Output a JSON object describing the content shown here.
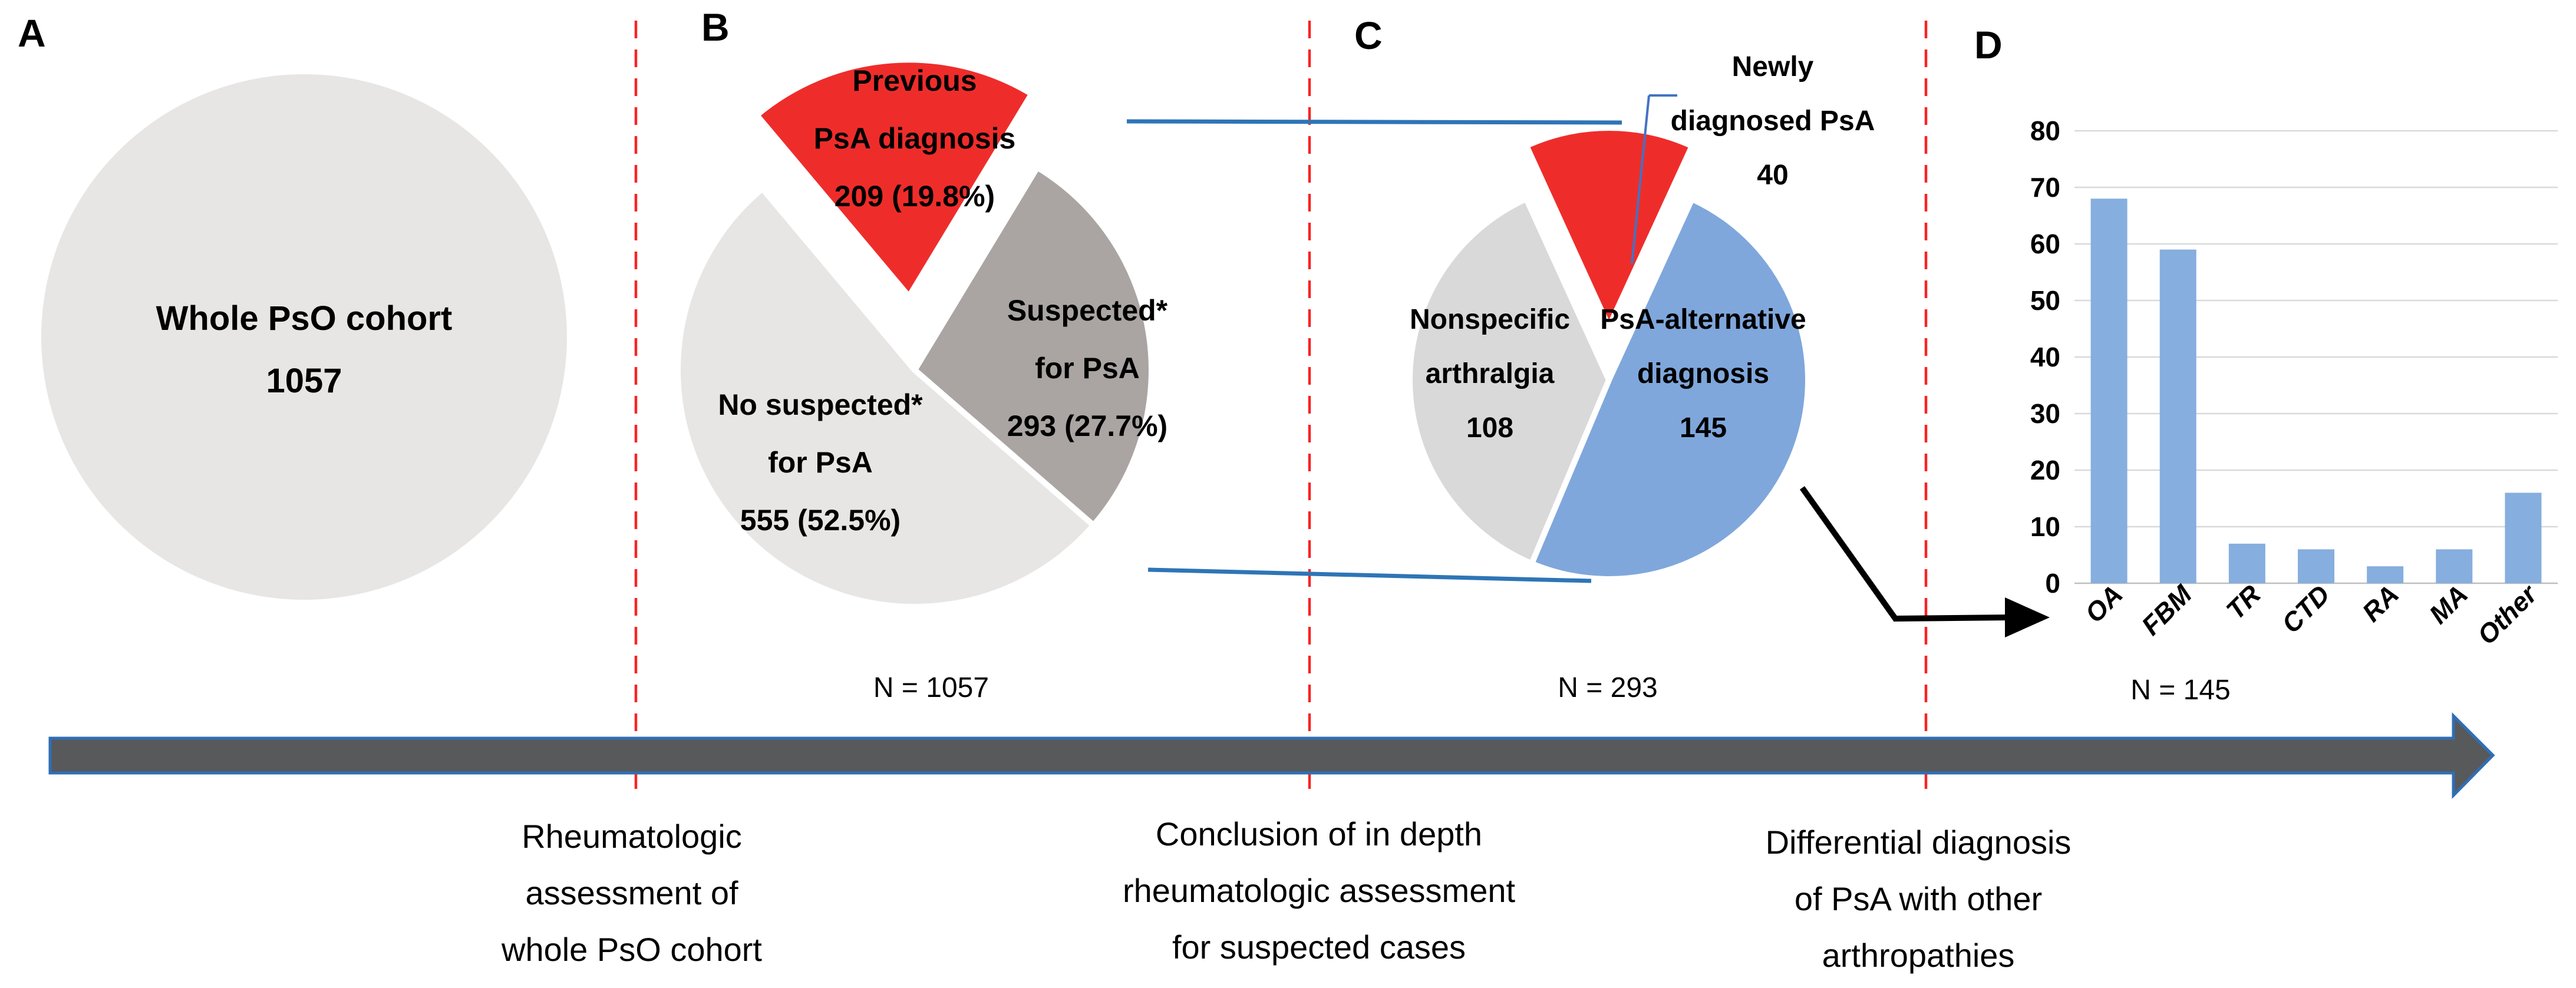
{
  "panel_letters": {
    "a": "A",
    "b": "B",
    "c": "C",
    "d": "D"
  },
  "cohort": {
    "label_lines": [
      "Whole PsO cohort",
      "1057"
    ],
    "value": 1057
  },
  "captions": [
    {
      "lines": [
        "Rheumatologic",
        "assessment of",
        "whole PsO cohort"
      ]
    },
    {
      "lines": [
        "Conclusion of in depth",
        "rheumatologic assessment",
        "for suspected cases"
      ]
    },
    {
      "lines": [
        "Differential diagnosis",
        "of PsA with other",
        "arthropathies"
      ]
    }
  ],
  "chart_data": [
    {
      "id": "pie_b",
      "type": "pie",
      "panel": "B",
      "total": 1057,
      "n_label": "N = 1057",
      "legend_position": "inside",
      "slices": [
        {
          "label": [
            "Previous",
            "PsA diagnosis",
            "209 (19.8%)"
          ],
          "name": "Previous PsA diagnosis",
          "value": 209,
          "pct": 19.8,
          "color": "#ee2d2b",
          "exploded": true
        },
        {
          "label": [
            "Suspected*",
            "for PsA",
            "293 (27.7%)"
          ],
          "name": "Suspected for PsA",
          "value": 293,
          "pct": 27.7,
          "color": "#aaa5a2",
          "exploded": false
        },
        {
          "label": [
            "No suspected*",
            "for PsA",
            "555 (52.5%)"
          ],
          "name": "No suspected for PsA",
          "value": 555,
          "pct": 52.5,
          "color": "#e8e6e5",
          "exploded": false
        }
      ]
    },
    {
      "id": "pie_c",
      "type": "pie",
      "panel": "C",
      "total": 293,
      "n_label": "N = 293",
      "legend_position": "inside",
      "slices": [
        {
          "label": [
            "Newly",
            "diagnosed PsA",
            "40"
          ],
          "name": "Newly diagnosed PsA",
          "value": 40,
          "color": "#ee2d2b",
          "exploded": true
        },
        {
          "label": [
            "PsA-alternative",
            "diagnosis",
            "145"
          ],
          "name": "PsA-alternative diagnosis",
          "value": 145,
          "color": "#7fa7dc",
          "exploded": false
        },
        {
          "label": [
            "Nonspecific",
            "arthralgia",
            "108"
          ],
          "name": "Nonspecific arthralgia",
          "value": 108,
          "color": "#d9d9d9",
          "exploded": false
        }
      ]
    },
    {
      "id": "bar_d",
      "type": "bar",
      "panel": "D",
      "n_label": "N = 145",
      "categories": [
        "OA",
        "FBM",
        "TR",
        "CTD",
        "RA",
        "MA",
        "Other"
      ],
      "values": [
        68,
        59,
        7,
        6,
        3,
        6,
        16
      ],
      "title": "",
      "xlabel": "",
      "ylabel": "",
      "ylim": [
        0,
        80
      ],
      "ytick_step": 10,
      "grid": true,
      "bar_color": "#86aede"
    }
  ],
  "colors": {
    "cohort_circle": "#e8e6e5",
    "red_slice": "#ee2d2b",
    "blue_slice": "#7fa7dc",
    "dark_gray_slice": "#aaa5a2",
    "panel_c_gray": "#d9d9d9",
    "bar_blue": "#86aede",
    "arrow_fill": "#58595b",
    "arrow_border": "#2f6eb5",
    "connector_blue": "#2e75b6",
    "leader_blue": "#4472c4",
    "divider_red": "#f92323",
    "gridline": "#d9d9d9"
  }
}
